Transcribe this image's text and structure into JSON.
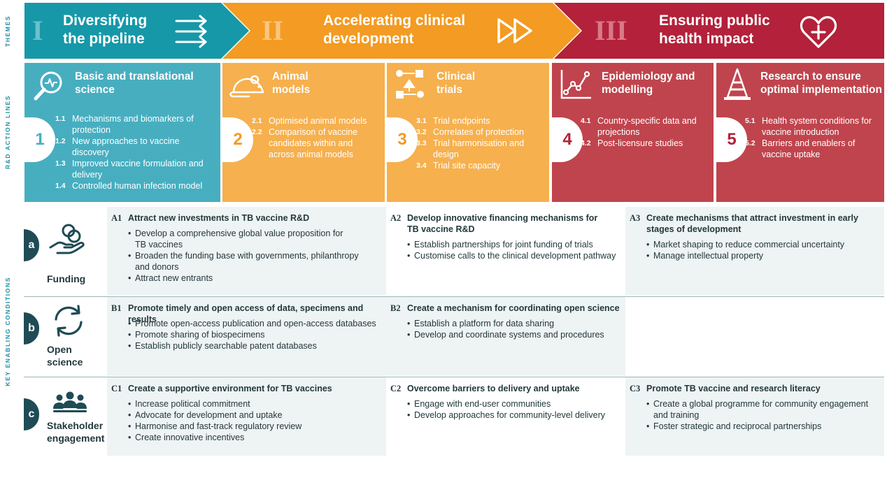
{
  "side_labels": {
    "themes": "THEMES",
    "rd": "R&D ACTION LINES",
    "kec": "KEY ENABLING CONDITIONS"
  },
  "colors": {
    "teal": "#1698a8",
    "orange": "#f39b22",
    "red": "#b3213a",
    "teal_box": "#47aec0",
    "orange_box": "#f6b04e",
    "red_box": "#c0444d",
    "dark": "#1f4b55",
    "cell": "#eef3f3"
  },
  "themes": [
    {
      "numeral": "I",
      "title_line1": "Diversifying",
      "title_line2": "the pipeline",
      "icon": "arrows-icon"
    },
    {
      "numeral": "II",
      "title_line1": "Accelerating clinical",
      "title_line2": "development",
      "icon": "fast-forward-icon"
    },
    {
      "numeral": "III",
      "title_line1": "Ensuring public",
      "title_line2": "health impact",
      "icon": "heart-plus-icon"
    }
  ],
  "action_lines": [
    {
      "number": "1",
      "title_line1": "Basic and translational",
      "title_line2": "science",
      "icon": "magnifier-icon",
      "items": [
        {
          "n": "1.1",
          "lines": [
            "Mechanisms and biomarkers of",
            "protection"
          ]
        },
        {
          "n": "1.2",
          "lines": [
            "New approaches to vaccine",
            "discovery"
          ]
        },
        {
          "n": "1.3",
          "lines": [
            "Improved vaccine formulation and",
            "delivery"
          ]
        },
        {
          "n": "1.4",
          "lines": [
            "Controlled human infection model"
          ]
        }
      ]
    },
    {
      "number": "2",
      "title_line1": "Animal",
      "title_line2": "models",
      "icon": "mouse-icon",
      "items": [
        {
          "n": "2.1",
          "lines": [
            "Optimised animal models"
          ]
        },
        {
          "n": "2.2",
          "lines": [
            "Comparison of vaccine",
            "candidates within and",
            "across animal models"
          ]
        }
      ]
    },
    {
      "number": "3",
      "title_line1": "Clinical",
      "title_line2": "trials",
      "icon": "flowchart-icon",
      "items": [
        {
          "n": "3.1",
          "lines": [
            "Trial endpoints"
          ]
        },
        {
          "n": "3.2",
          "lines": [
            "Correlates of protection"
          ]
        },
        {
          "n": "3.3",
          "lines": [
            "Trial harmonisation and",
            "design"
          ]
        },
        {
          "n": "3.4",
          "lines": [
            "Trial site capacity"
          ]
        }
      ]
    },
    {
      "number": "4",
      "title_line1": "Epidemiology and",
      "title_line2": "modelling",
      "icon": "line-chart-icon",
      "items": [
        {
          "n": "4.1",
          "lines": [
            "Country-specific data and",
            "projections"
          ]
        },
        {
          "n": "4.2",
          "lines": [
            "Post-licensure studies"
          ]
        }
      ]
    },
    {
      "number": "5",
      "title_line1": "Research to ensure",
      "title_line2": "optimal implementation",
      "icon": "traffic-cone-icon",
      "items": [
        {
          "n": "5.1",
          "lines": [
            "Health system conditions for",
            "vaccine introduction"
          ]
        },
        {
          "n": "5.2",
          "lines": [
            "Barriers and enablers of",
            "vaccine uptake"
          ]
        }
      ]
    }
  ],
  "conditions": [
    {
      "badge": "a",
      "label_line1": "Funding",
      "label_line2": "",
      "icon": "hand-coins-icon",
      "cells": [
        {
          "code": "A1",
          "title": [
            "Attract new investments in TB vaccine R&D"
          ],
          "bullets": [
            [
              "Develop a comprehensive global value proposition for",
              "TB vaccines"
            ],
            [
              "Broaden the funding base with governments, philanthropy",
              "and donors"
            ],
            [
              "Attract new entrants"
            ]
          ]
        },
        {
          "code": "A2",
          "title": [
            "Develop innovative financing mechanisms for",
            "TB vaccine R&D"
          ],
          "bullets": [
            [
              "Establish partnerships for joint funding of trials"
            ],
            [
              "Customise calls to the clinical development pathway"
            ]
          ]
        },
        {
          "code": "A3",
          "title": [
            "Create mechanisms that attract investment in early",
            "stages of development"
          ],
          "bullets": [
            [
              "Market shaping to reduce commercial uncertainty"
            ],
            [
              "Manage intellectual property"
            ]
          ]
        }
      ]
    },
    {
      "badge": "b",
      "label_line1": "Open",
      "label_line2": "science",
      "icon": "refresh-arrows-icon",
      "cells": [
        {
          "code": "B1",
          "title": [
            "Promote timely and open access of data, specimens and results"
          ],
          "bullets": [
            [
              "Promote open-access publication and open-access databases"
            ],
            [
              "Promote sharing of biospecimens"
            ],
            [
              "Establish publicly searchable patent databases"
            ]
          ]
        },
        {
          "code": "B2",
          "title": [
            "Create a mechanism for coordinating open science"
          ],
          "bullets": [
            [
              "Establish a platform for data sharing"
            ],
            [
              "Develop and coordinate systems and procedures"
            ]
          ]
        },
        {
          "code": "",
          "title": [],
          "bullets": []
        }
      ]
    },
    {
      "badge": "c",
      "label_line1": "Stakeholder",
      "label_line2": "engagement",
      "icon": "people-group-icon",
      "cells": [
        {
          "code": "C1",
          "title": [
            "Create a supportive environment for TB vaccines"
          ],
          "bullets": [
            [
              "Increase political commitment"
            ],
            [
              "Advocate for development and uptake"
            ],
            [
              "Harmonise and fast-track regulatory review"
            ],
            [
              "Create innovative incentives"
            ]
          ]
        },
        {
          "code": "C2",
          "title": [
            "Overcome barriers to delivery and uptake"
          ],
          "bullets": [
            [
              "Engage with end-user communities"
            ],
            [
              "Develop approaches for community-level delivery"
            ]
          ]
        },
        {
          "code": "C3",
          "title": [
            "Promote TB vaccine and research literacy"
          ],
          "bullets": [
            [
              "Create a global programme for community engagement",
              "and training"
            ],
            [
              "Foster strategic and reciprocal partnerships"
            ]
          ]
        }
      ]
    }
  ]
}
